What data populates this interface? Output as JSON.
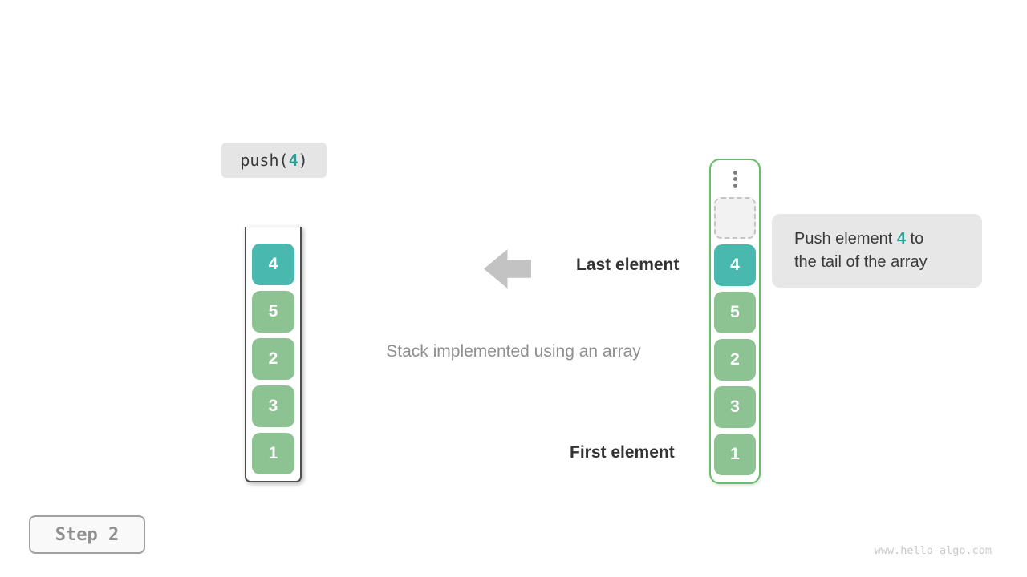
{
  "push_label": {
    "prefix": "push(",
    "value": "4",
    "suffix": ")"
  },
  "left_stack": {
    "values": [
      "4",
      "5",
      "2",
      "3",
      "1"
    ]
  },
  "right_stack": {
    "values": [
      "4",
      "5",
      "2",
      "3",
      "1"
    ]
  },
  "annotations": {
    "last_element": "Last element",
    "first_element": "First element",
    "caption": "Stack implemented using an array",
    "callout": {
      "before": "Push element ",
      "highlight": "4",
      "after": " to",
      "line2": "the tail of the array"
    }
  },
  "step_badge": {
    "label": "Step 2"
  },
  "watermark": {
    "text": "www.hello-algo.com"
  },
  "icons": {
    "arrow": "arrow-left",
    "ellipsis": "vertical-ellipsis"
  },
  "colors": {
    "teal_block": "#49b8ae",
    "green_block": "#8dc392",
    "teal_text": "#2f9e94",
    "arrow_gray": "#c3c3c3",
    "container_border_green": "#68bc6c",
    "container_border_dark": "#4f4f4f",
    "label_bg": "#e5e5e5",
    "callout_bg": "#e7e7e7"
  }
}
